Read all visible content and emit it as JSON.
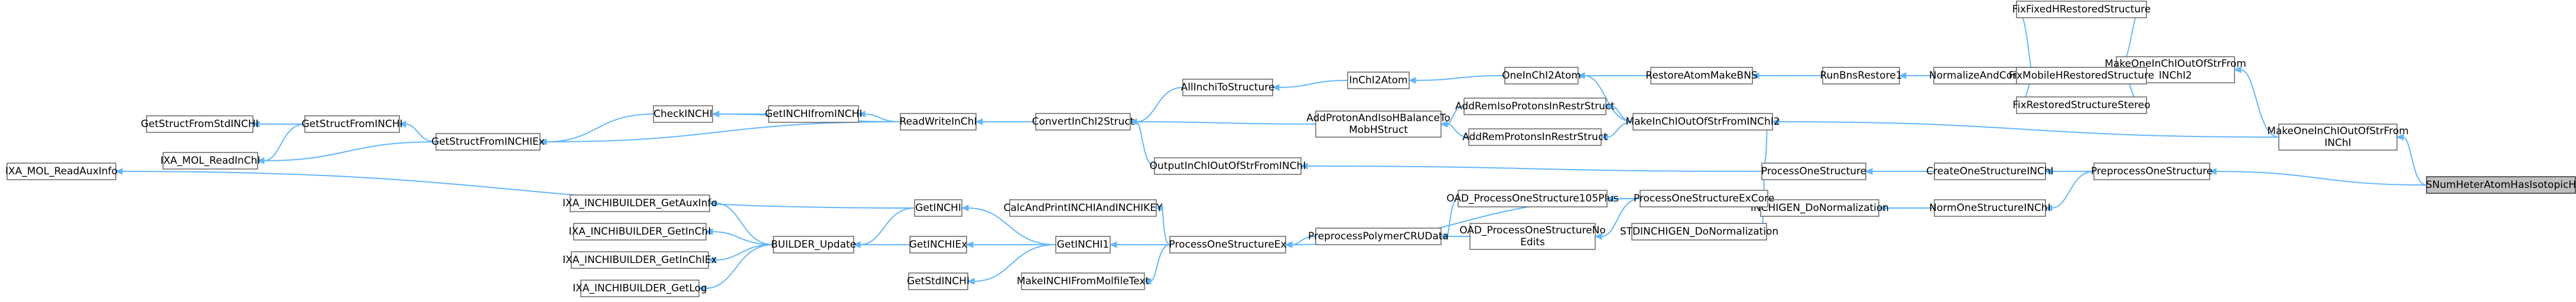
{
  "nodes": [
    {
      "id": "n_NumHeterAtom",
      "label": "SNumHeterAtomHasIsotopicH",
      "focus": true
    },
    {
      "id": "n_MakeOneInChIOutOfStrFromINChI",
      "label": "MakeOneInChIOutOfStrFrom\nINChI"
    },
    {
      "id": "n_PreprocessOneStructure",
      "label": "PreprocessOneStructure"
    },
    {
      "id": "n_MakeOneInChIOutOfStrFromINChI2",
      "label": "MakeOneInChIOutOfStrFrom\nINChI2"
    },
    {
      "id": "n_NormalizeAndCompare",
      "label": "NormalizeAndCompare"
    },
    {
      "id": "n_CreateOneStructureINChI",
      "label": "CreateOneStructureINChI"
    },
    {
      "id": "n_NormOneStructureINChI",
      "label": "NormOneStructureINChI"
    },
    {
      "id": "n_FixFixedHRestoredStructure",
      "label": "FixFixedHRestoredStructure"
    },
    {
      "id": "n_FixMobileHRestoredStructure",
      "label": "FixMobileHRestoredStructure"
    },
    {
      "id": "n_FixRestoredStructureStereo",
      "label": "FixRestoredStructureStereo"
    },
    {
      "id": "n_RunBnsRestore1",
      "label": "RunBnsRestore1"
    },
    {
      "id": "n_ProcessOneStructure",
      "label": "ProcessOneStructure"
    },
    {
      "id": "n_INCHIGEN_DoNormalization",
      "label": "INCHIGEN_DoNormalization"
    },
    {
      "id": "n_RestoreAtomMakeBNS",
      "label": "RestoreAtomMakeBNS"
    },
    {
      "id": "n_MakeInChIOutOfStrFromINChI2",
      "label": "MakeInChIOutOfStrFromINChI2"
    },
    {
      "id": "n_ProcessOneStructureExCore",
      "label": "ProcessOneStructureExCore"
    },
    {
      "id": "n_STDINCHIGEN_DoNormalization",
      "label": "STDINCHIGEN_DoNormalization"
    },
    {
      "id": "n_OneInChI2Atom",
      "label": "OneInChI2Atom"
    },
    {
      "id": "n_AddRemIsoProtonsInRestrStruct",
      "label": "AddRemIsoProtonsInRestrStruct"
    },
    {
      "id": "n_AddRemProtonsInRestrStruct",
      "label": "AddRemProtonsInRestrStruct"
    },
    {
      "id": "n_OAD_ProcessOneStructure105Plus",
      "label": "OAD_ProcessOneStructure105Plus"
    },
    {
      "id": "n_OAD_ProcessOneStructureNoEdits",
      "label": "OAD_ProcessOneStructureNo\nEdits"
    },
    {
      "id": "n_InChI2Atom",
      "label": "InChI2Atom"
    },
    {
      "id": "n_AddProtonAndIsoHBalanceToMobHStruct",
      "label": "AddProtonAndIsoHBalanceTo\nMobHStruct"
    },
    {
      "id": "n_PreprocessPolymerCRUData",
      "label": "PreprocessPolymerCRUData"
    },
    {
      "id": "n_AllInchiToStructure",
      "label": "AllInchiToStructure"
    },
    {
      "id": "n_OutputInChIOutOfStrFromINChI",
      "label": "OutputInChIOutOfStrFromINChI"
    },
    {
      "id": "n_ProcessOneStructureEx",
      "label": "ProcessOneStructureEx"
    },
    {
      "id": "n_ConvertInChI2Struct",
      "label": "ConvertInChI2Struct"
    },
    {
      "id": "n_CalcAndPrintINCHIAndINCHIKEY",
      "label": "CalcAndPrintINCHIAndINCHIKEY"
    },
    {
      "id": "n_GetINCHI1",
      "label": "GetINCHI1"
    },
    {
      "id": "n_MakeINCHIFromMolfileText",
      "label": "MakeINCHIFromMolfileText"
    },
    {
      "id": "n_ReadWriteInChI",
      "label": "ReadWriteInChI"
    },
    {
      "id": "n_GetINCHI",
      "label": "GetINCHI"
    },
    {
      "id": "n_GetINCHIEx",
      "label": "GetINCHIEx"
    },
    {
      "id": "n_GetStdINCHI",
      "label": "GetStdINCHI"
    },
    {
      "id": "n_GetINCHIfromINCHI",
      "label": "GetINCHIfromINCHI"
    },
    {
      "id": "n_GetStructFromINCHIEx",
      "label": "GetStructFromINCHIEx"
    },
    {
      "id": "n_BUILDER_Update",
      "label": "BUILDER_Update"
    },
    {
      "id": "n_CheckINCHI",
      "label": "CheckINCHI"
    },
    {
      "id": "n_GetStructFromINCHI",
      "label": "GetStructFromINCHI"
    },
    {
      "id": "n_IXA_MOL_ReadInChI",
      "label": "IXA_MOL_ReadInChI"
    },
    {
      "id": "n_IXA_INCHIBUILDER_GetAuxInfo",
      "label": "IXA_INCHIBUILDER_GetAuxInfo"
    },
    {
      "id": "n_IXA_INCHIBUILDER_GetInChI",
      "label": "IXA_INCHIBUILDER_GetInChI"
    },
    {
      "id": "n_IXA_INCHIBUILDER_GetInChIEx",
      "label": "IXA_INCHIBUILDER_GetInChIEx"
    },
    {
      "id": "n_IXA_INCHIBUILDER_GetLog",
      "label": "IXA_INCHIBUILDER_GetLog"
    },
    {
      "id": "n_GetStructFromStdINCHI",
      "label": "GetStructFromStdINCHI"
    },
    {
      "id": "n_IXA_MOL_ReadAuxInfo",
      "label": "IXA_MOL_ReadAuxInfo"
    }
  ],
  "edges": [
    {
      "from": "n_NumHeterAtom",
      "to": "n_MakeOneInChIOutOfStrFromINChI"
    },
    {
      "from": "n_NumHeterAtom",
      "to": "n_PreprocessOneStructure"
    },
    {
      "from": "n_MakeOneInChIOutOfStrFromINChI",
      "to": "n_MakeOneInChIOutOfStrFromINChI2"
    },
    {
      "from": "n_MakeOneInChIOutOfStrFromINChI",
      "to": "n_MakeInChIOutOfStrFromINChI2"
    },
    {
      "from": "n_MakeOneInChIOutOfStrFromINChI2",
      "to": "n_FixFixedHRestoredStructure"
    },
    {
      "from": "n_MakeOneInChIOutOfStrFromINChI2",
      "to": "n_FixMobileHRestoredStructure"
    },
    {
      "from": "n_MakeOneInChIOutOfStrFromINChI2",
      "to": "n_FixRestoredStructureStereo"
    },
    {
      "from": "n_MakeOneInChIOutOfStrFromINChI2",
      "to": "n_NormalizeAndCompare"
    },
    {
      "from": "n_FixFixedHRestoredStructure",
      "to": "n_NormalizeAndCompare"
    },
    {
      "from": "n_FixMobileHRestoredStructure",
      "to": "n_NormalizeAndCompare"
    },
    {
      "from": "n_FixRestoredStructureStereo",
      "to": "n_NormalizeAndCompare"
    },
    {
      "from": "n_NormalizeAndCompare",
      "to": "n_RunBnsRestore1"
    },
    {
      "from": "n_RunBnsRestore1",
      "to": "n_RestoreAtomMakeBNS"
    },
    {
      "from": "n_RestoreAtomMakeBNS",
      "to": "n_OneInChI2Atom"
    },
    {
      "from": "n_OneInChI2Atom",
      "to": "n_InChI2Atom"
    },
    {
      "from": "n_InChI2Atom",
      "to": "n_AllInchiToStructure"
    },
    {
      "from": "n_AllInchiToStructure",
      "to": "n_ConvertInChI2Struct"
    },
    {
      "from": "n_MakeInChIOutOfStrFromINChI2",
      "to": "n_OneInChI2Atom"
    },
    {
      "from": "n_MakeInChIOutOfStrFromINChI2",
      "to": "n_AddRemIsoProtonsInRestrStruct"
    },
    {
      "from": "n_MakeInChIOutOfStrFromINChI2",
      "to": "n_AddRemProtonsInRestrStruct"
    },
    {
      "from": "n_AddRemIsoProtonsInRestrStruct",
      "to": "n_AddProtonAndIsoHBalanceToMobHStruct"
    },
    {
      "from": "n_AddRemProtonsInRestrStruct",
      "to": "n_AddProtonAndIsoHBalanceToMobHStruct"
    },
    {
      "from": "n_AddProtonAndIsoHBalanceToMobHStruct",
      "to": "n_ConvertInChI2Struct"
    },
    {
      "from": "n_PreprocessOneStructure",
      "to": "n_CreateOneStructureINChI"
    },
    {
      "from": "n_PreprocessOneStructure",
      "to": "n_NormOneStructureINChI"
    },
    {
      "from": "n_CreateOneStructureINChI",
      "to": "n_ProcessOneStructure"
    },
    {
      "from": "n_NormOneStructureINChI",
      "to": "n_INCHIGEN_DoNormalization"
    },
    {
      "from": "n_INCHIGEN_DoNormalization",
      "to": "n_STDINCHIGEN_DoNormalization"
    },
    {
      "from": "n_ProcessOneStructure",
      "to": "n_MakeInChIOutOfStrFromINChI2"
    },
    {
      "from": "n_ProcessOneStructure",
      "to": "n_ProcessOneStructureExCore"
    },
    {
      "from": "n_ProcessOneStructure",
      "to": "n_OutputInChIOutOfStrFromINChI"
    },
    {
      "from": "n_OutputInChIOutOfStrFromINChI",
      "to": "n_ConvertInChI2Struct"
    },
    {
      "from": "n_ProcessOneStructureExCore",
      "to": "n_OAD_ProcessOneStructure105Plus"
    },
    {
      "from": "n_ProcessOneStructureExCore",
      "to": "n_OAD_ProcessOneStructureNoEdits"
    },
    {
      "from": "n_ProcessOneStructureExCore",
      "to": "n_ProcessOneStructureEx"
    },
    {
      "from": "n_OAD_ProcessOneStructure105Plus",
      "to": "n_PreprocessPolymerCRUData"
    },
    {
      "from": "n_OAD_ProcessOneStructureNoEdits",
      "to": "n_PreprocessPolymerCRUData"
    },
    {
      "from": "n_PreprocessPolymerCRUData",
      "to": "n_ProcessOneStructureEx"
    },
    {
      "from": "n_ProcessOneStructureEx",
      "to": "n_CalcAndPrintINCHIAndINCHIKEY"
    },
    {
      "from": "n_ProcessOneStructureEx",
      "to": "n_GetINCHI1"
    },
    {
      "from": "n_ProcessOneStructureEx",
      "to": "n_MakeINCHIFromMolfileText"
    },
    {
      "from": "n_GetINCHI1",
      "to": "n_GetINCHI"
    },
    {
      "from": "n_GetINCHI1",
      "to": "n_GetINCHIEx"
    },
    {
      "from": "n_GetINCHI1",
      "to": "n_GetStdINCHI"
    },
    {
      "from": "n_GetINCHI",
      "to": "n_BUILDER_Update"
    },
    {
      "from": "n_GetINCHIEx",
      "to": "n_BUILDER_Update"
    },
    {
      "from": "n_BUILDER_Update",
      "to": "n_IXA_INCHIBUILDER_GetAuxInfo"
    },
    {
      "from": "n_BUILDER_Update",
      "to": "n_IXA_INCHIBUILDER_GetInChI"
    },
    {
      "from": "n_BUILDER_Update",
      "to": "n_IXA_INCHIBUILDER_GetInChIEx"
    },
    {
      "from": "n_BUILDER_Update",
      "to": "n_IXA_INCHIBUILDER_GetLog"
    },
    {
      "from": "n_GetINCHI",
      "to": "n_IXA_MOL_ReadAuxInfo"
    },
    {
      "from": "n_ConvertInChI2Struct",
      "to": "n_ReadWriteInChI"
    },
    {
      "from": "n_ReadWriteInChI",
      "to": "n_GetINCHIfromINCHI"
    },
    {
      "from": "n_ReadWriteInChI",
      "to": "n_GetStructFromINCHIEx"
    },
    {
      "from": "n_ReadWriteInChI",
      "to": "n_CheckINCHI"
    },
    {
      "from": "n_GetINCHIfromINCHI",
      "to": "n_CheckINCHI"
    },
    {
      "from": "n_CheckINCHI",
      "to": "n_GetStructFromINCHIEx"
    },
    {
      "from": "n_GetStructFromINCHIEx",
      "to": "n_GetStructFromINCHI"
    },
    {
      "from": "n_GetStructFromINCHIEx",
      "to": "n_IXA_MOL_ReadInChI"
    },
    {
      "from": "n_GetStructFromINCHI",
      "to": "n_GetStructFromStdINCHI"
    },
    {
      "from": "n_GetStructFromINCHI",
      "to": "n_IXA_MOL_ReadInChI"
    }
  ]
}
